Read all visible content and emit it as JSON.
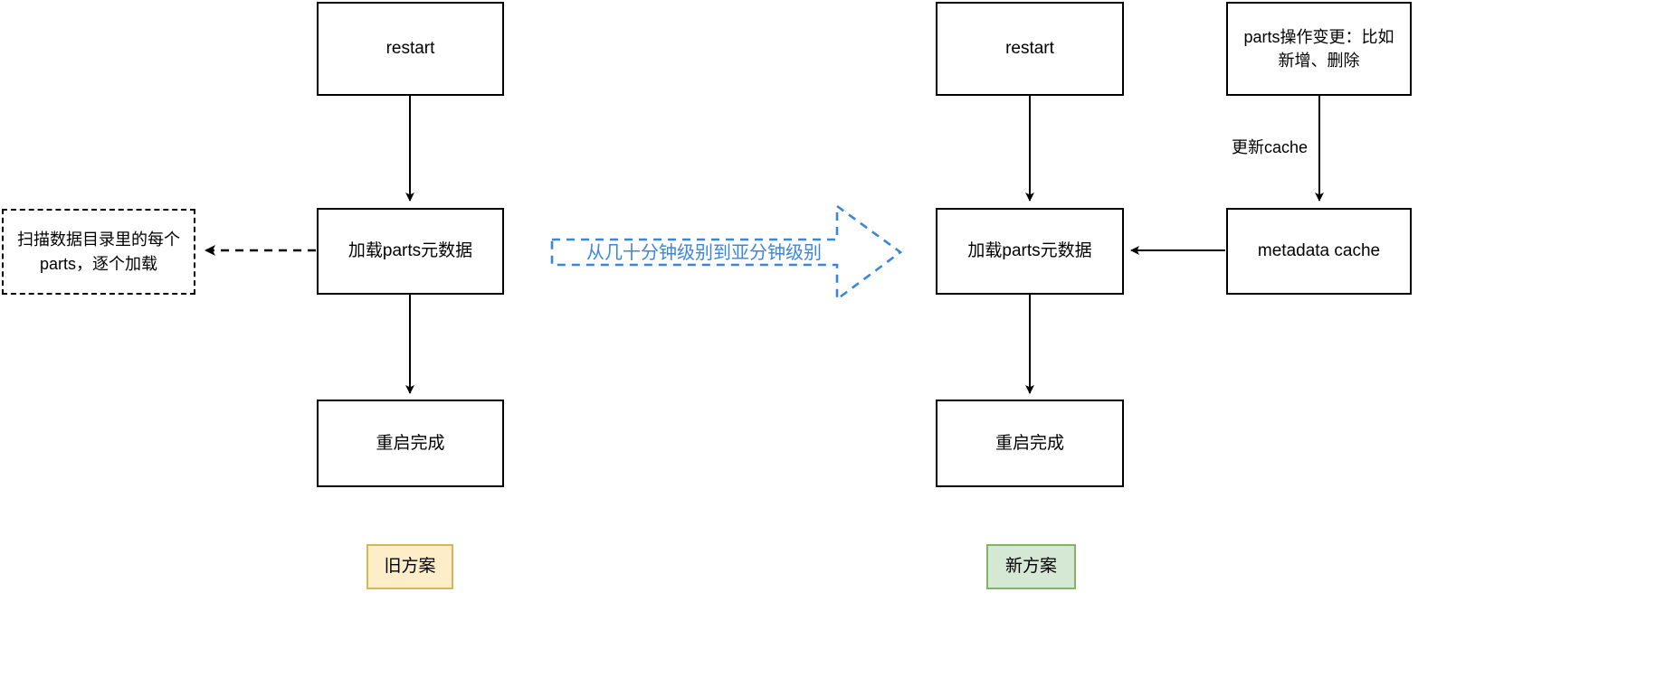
{
  "diagram": {
    "title_note": "parts metadata loading: old scheme vs new scheme",
    "colors": {
      "node_border": "#000000",
      "node_fill": "#ffffff",
      "edge": "#000000",
      "big_arrow": "#3b86d8",
      "legend_old_fill": "#fdedc9",
      "legend_old_border": "#d6b656",
      "legend_new_fill": "#d5e8d4",
      "legend_new_border": "#82b366"
    },
    "left_flow": {
      "nodes": {
        "restart": "restart",
        "load_parts_metadata": "加载parts元数据",
        "scan_dir": "扫描数据目录里的每个parts，逐个加载",
        "restart_done": "重启完成"
      },
      "legend": "旧方案"
    },
    "middle": {
      "big_arrow_label": "从几十分钟级别到亚分钟级别"
    },
    "right_flow": {
      "nodes": {
        "restart": "restart",
        "parts_change": "parts操作变更：比如\n新增、删除",
        "metadata_cache": "metadata cache",
        "load_parts_metadata": "加载parts元数据",
        "restart_done": "重启完成"
      },
      "edge_labels": {
        "update_cache": "更新cache"
      },
      "legend": "新方案"
    }
  }
}
